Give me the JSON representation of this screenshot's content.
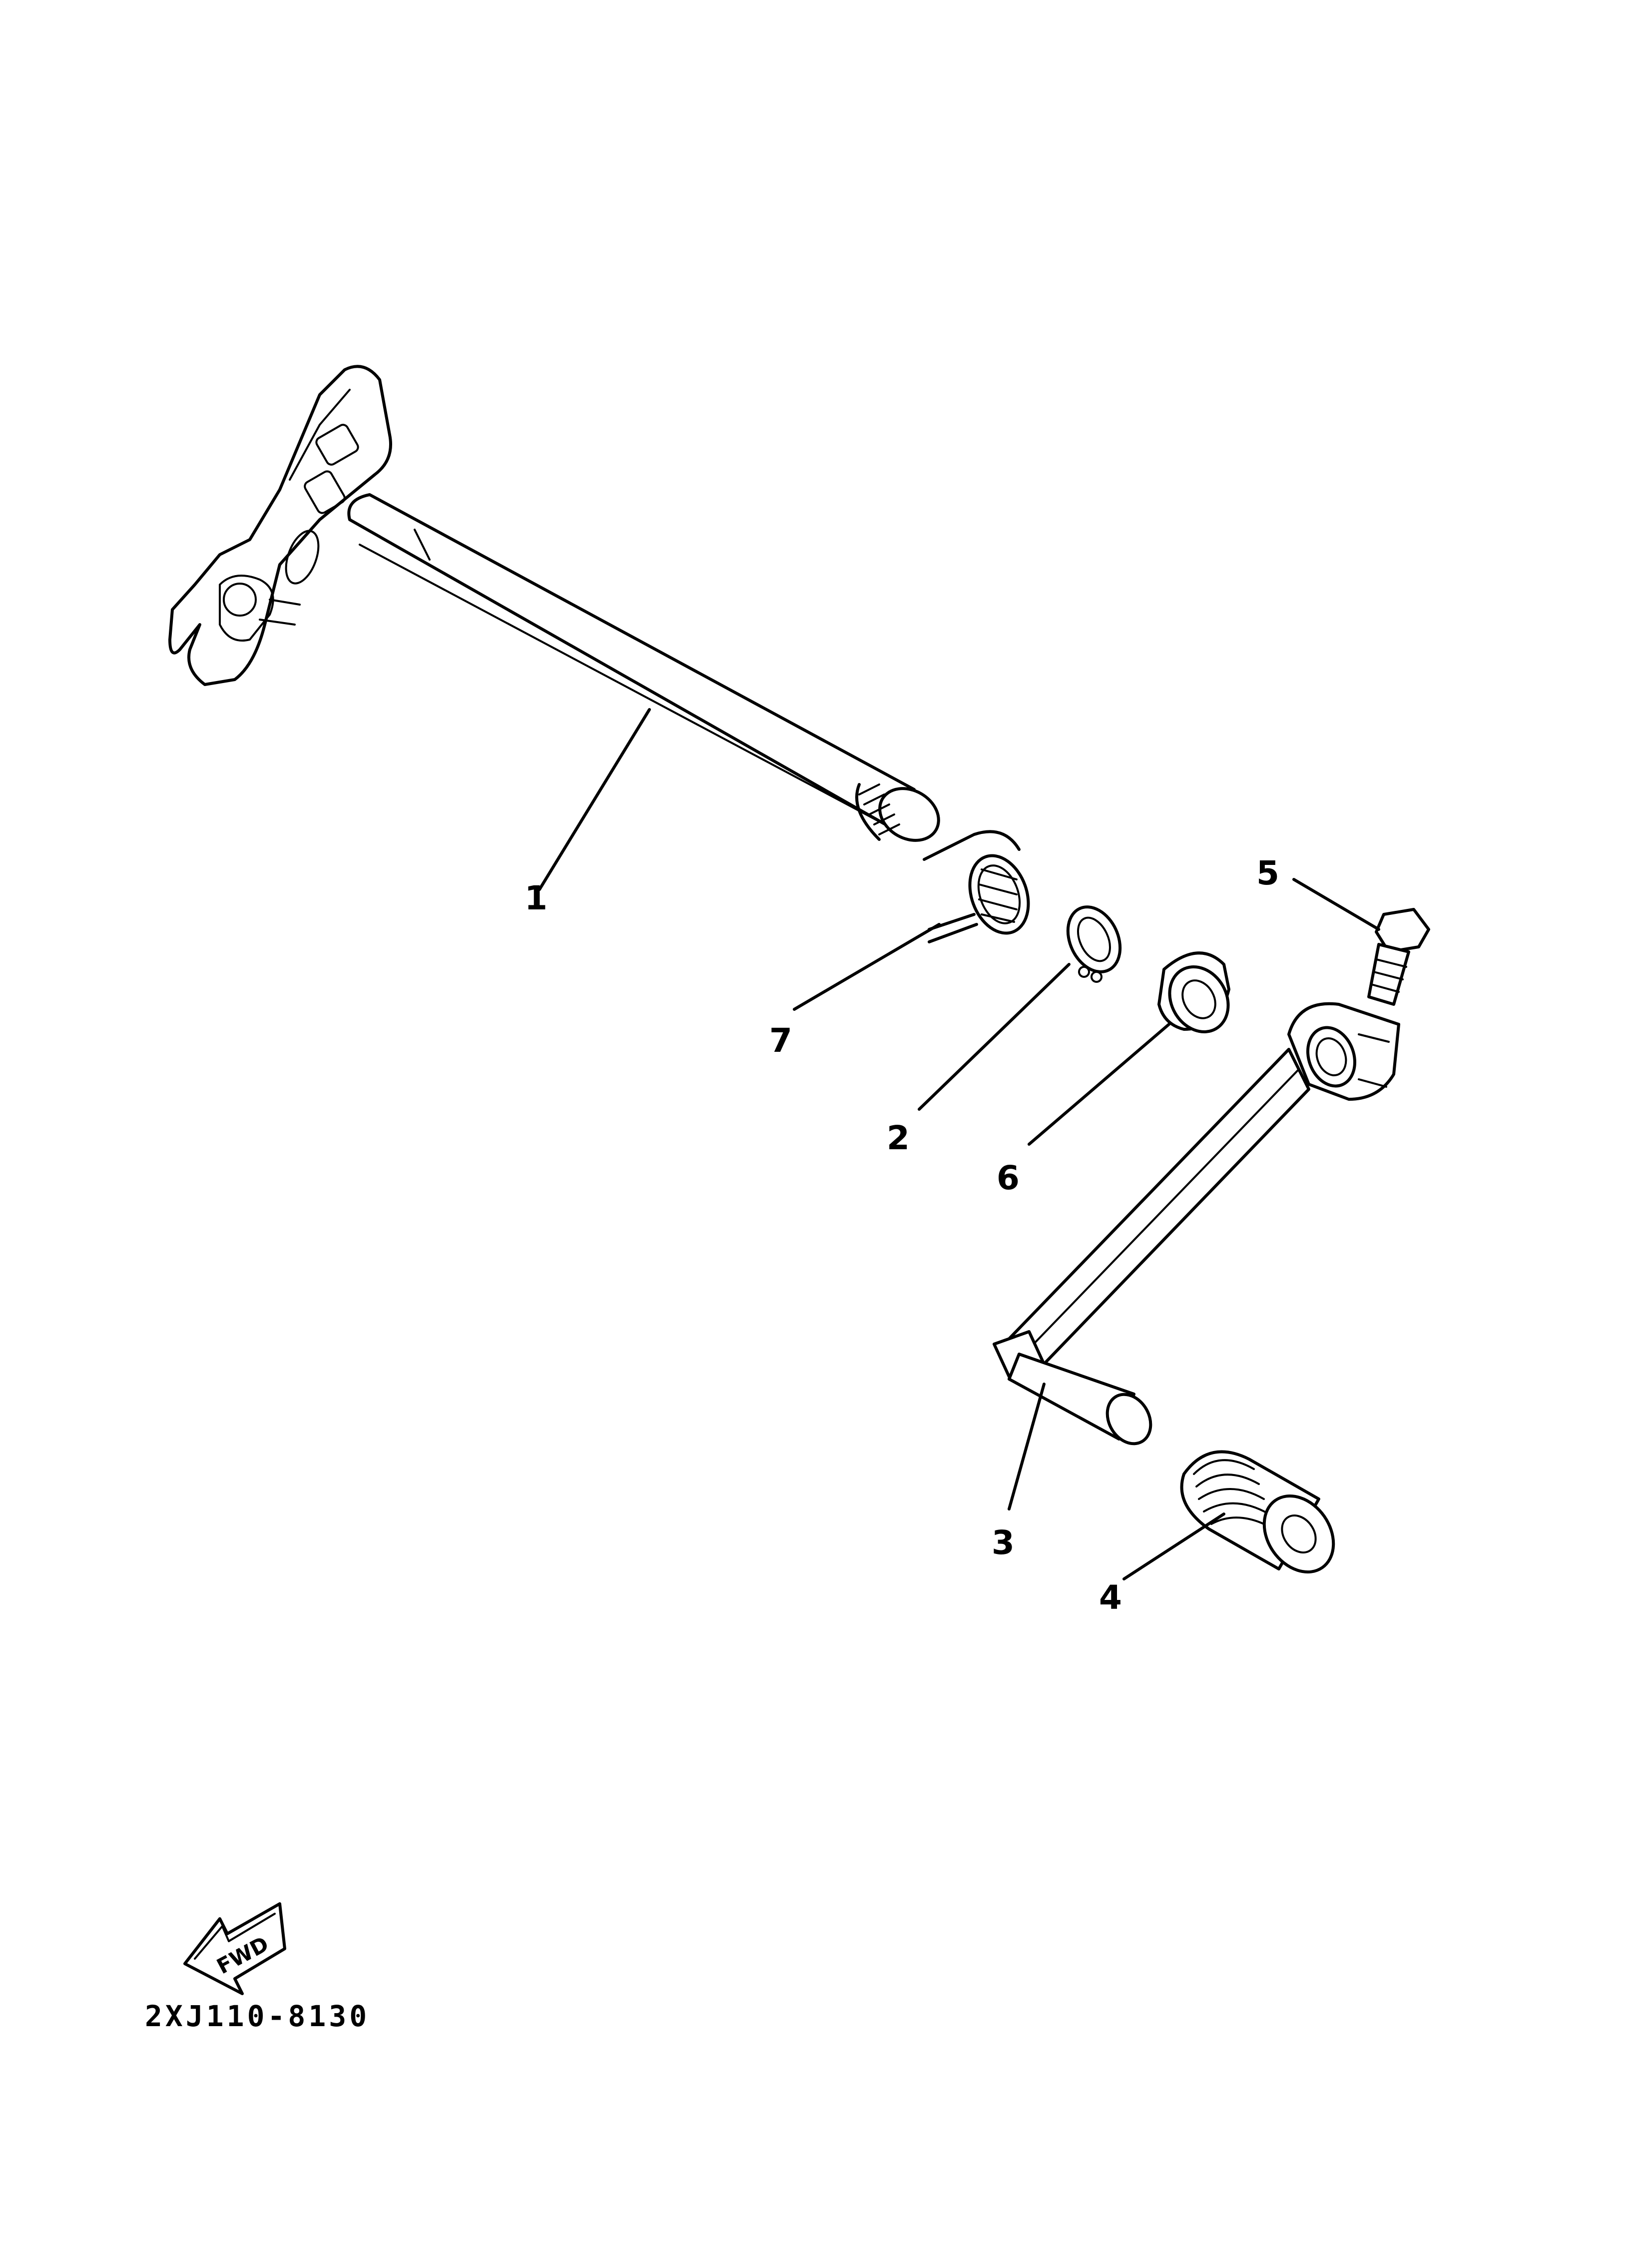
{
  "diagram_code": "2XJ110-8130",
  "fwd_label": "FWD",
  "callouts": [
    {
      "id": "1",
      "label": "1"
    },
    {
      "id": "2",
      "label": "2"
    },
    {
      "id": "3",
      "label": "3"
    },
    {
      "id": "4",
      "label": "4"
    },
    {
      "id": "5",
      "label": "5"
    },
    {
      "id": "6",
      "label": "6"
    },
    {
      "id": "7",
      "label": "7"
    }
  ]
}
